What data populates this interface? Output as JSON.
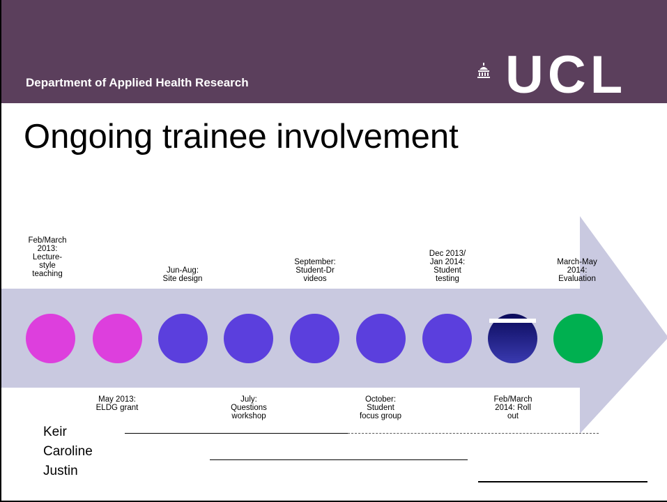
{
  "header": {
    "department": "Department of Applied Health Research",
    "logo_text": "UCL"
  },
  "title": "Ongoing trainee involvement",
  "timeline": {
    "top_labels": [
      "Feb/March\n2013:\nLecture-\nstyle\nteaching",
      "Jun-Aug:\nSite design",
      "September:\nStudent-Dr\nvideos",
      "Dec 2013/\nJan 2014:\nStudent\ntesting",
      "March-May\n2014:\nEvaluation"
    ],
    "bottom_labels": [
      "May 2013:\nELDG grant",
      "July:\nQuestions\nworkshop",
      "October:\nStudent\nfocus group",
      "Feb/March\n2014: Roll\nout"
    ],
    "circle_colors": [
      "#dd3fdd",
      "#dd3fdd",
      "#5b3fdd",
      "#5b3fdd",
      "#5b3fdd",
      "#5b3fdd",
      "#5b3fdd",
      "#1f1f8f",
      "#00b050"
    ],
    "arrow_color": "#c9c9e0"
  },
  "people": [
    "Keir",
    "Caroline",
    "Justin"
  ]
}
